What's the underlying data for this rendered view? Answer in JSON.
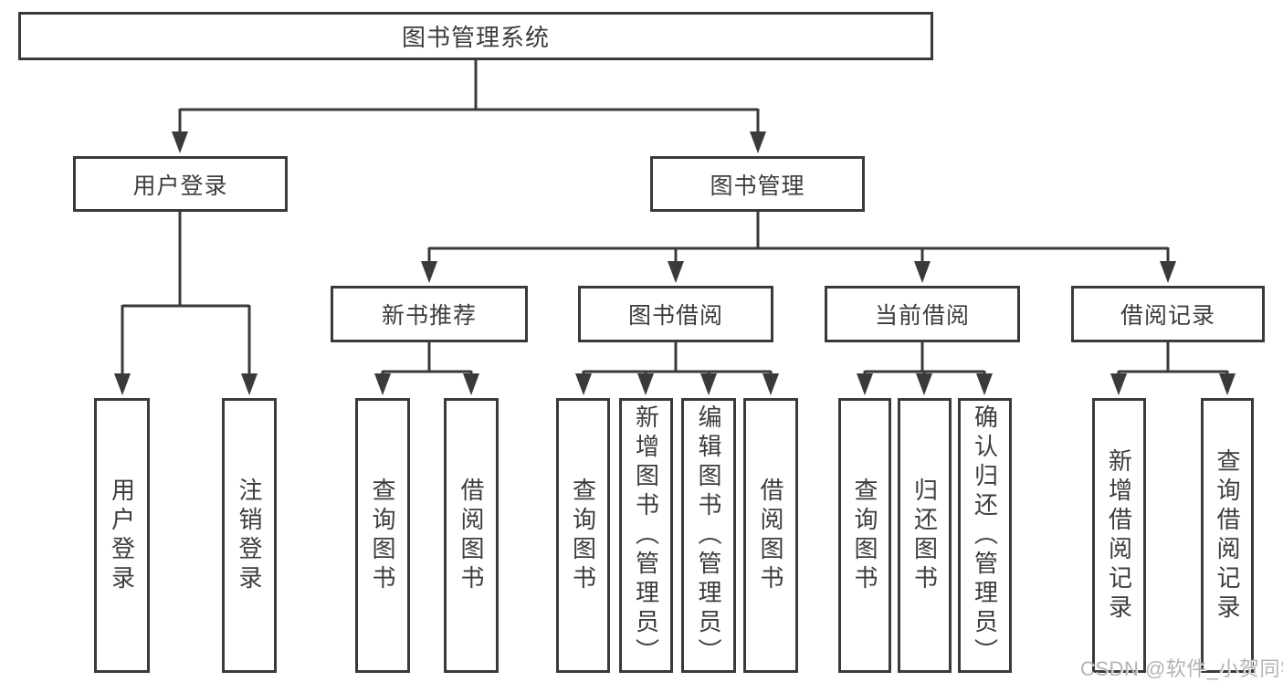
{
  "diagram": {
    "root": "图书管理系统",
    "branches": {
      "user_login": "用户登录",
      "book_mgmt": "图书管理"
    },
    "modules": {
      "new_books": "新书推荐",
      "book_borrow": "图书借阅",
      "current_borrow": "当前借阅",
      "borrow_records": "借阅记录"
    },
    "leaves": {
      "user_login_leaf": "用户登录",
      "logout": "注销登录",
      "nb_query": "查询图书",
      "nb_borrow": "借阅图书",
      "bb_query": "查询图书",
      "bb_add": "新增图书（管理员）",
      "bb_edit": "编辑图书（管理员）",
      "bb_borrow": "借阅图书",
      "cb_query": "查询图书",
      "cb_return": "归还图书",
      "cb_confirm": "确认归还（管理员）",
      "br_add": "新增借阅记录",
      "br_query": "查询借阅记录"
    }
  },
  "watermark": "CSDN @软件_小贺同学",
  "colors": {
    "line": "#3a3a3a",
    "text": "#3c3c3c",
    "watermark": "#acacac"
  }
}
